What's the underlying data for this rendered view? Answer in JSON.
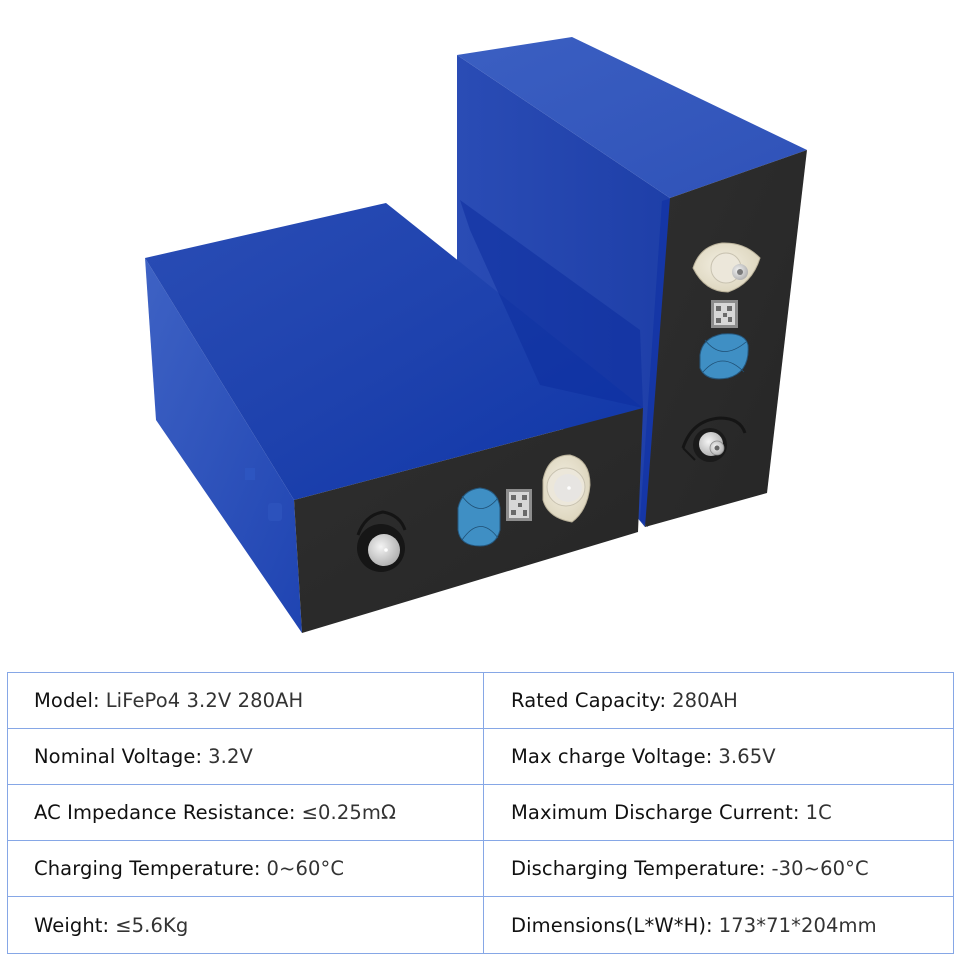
{
  "product_image": {
    "subject": "Two LiFePO4 prismatic battery cells (blue casing, black terminal face)",
    "colors": {
      "casing_blue": "#1f45b3",
      "casing_blue_light": "#3a5fc0",
      "casing_blue_dark": "#0a2f9a",
      "terminal_face": "#2c2c2c",
      "vent_blue": "#3f8fc4",
      "terminal_ivory": "#ece6d2",
      "terminal_metal": "#d8d8d8"
    }
  },
  "specs": {
    "border_color": "#86a7e6",
    "rows": [
      {
        "left": {
          "label": "Model:",
          "value": "LiFePo4 3.2V 280AH"
        },
        "right": {
          "label": "Rated Capacity:",
          "value": "280AH"
        }
      },
      {
        "left": {
          "label": "Nominal Voltage:",
          "value": "3.2V"
        },
        "right": {
          "label": "Max charge Voltage:",
          "value": "3.65V"
        }
      },
      {
        "left": {
          "label": "AC Impedance Resistance:",
          "value": "≤0.25mΩ"
        },
        "right": {
          "label": "Maximum Discharge Current:",
          "value": "1C"
        }
      },
      {
        "left": {
          "label": "Charging Temperature:",
          "value": "0~60°C"
        },
        "right": {
          "label": "Discharging Temperature:",
          "value": "-30~60°C"
        }
      },
      {
        "left": {
          "label": "Weight:",
          "value": "≤5.6Kg"
        },
        "right": {
          "label": "Dimensions(L*W*H):",
          "value": "173*71*204mm"
        }
      }
    ]
  }
}
